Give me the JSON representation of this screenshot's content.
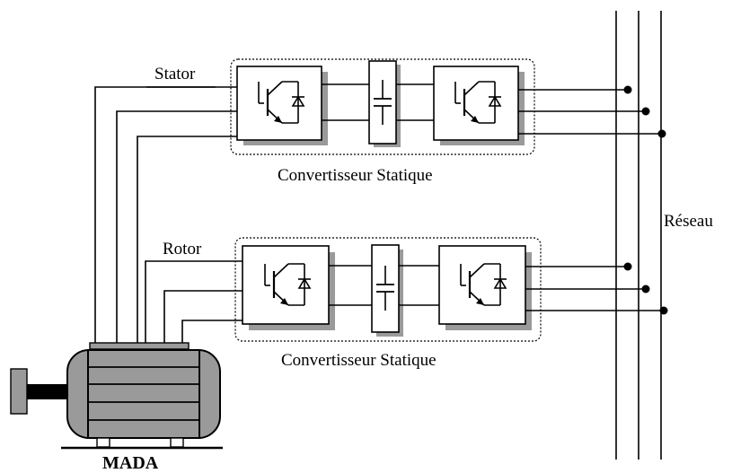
{
  "labels": {
    "stator": "Stator",
    "rotor": "Rotor",
    "converter_top": "Convertisseur Statique",
    "converter_bottom": "Convertisseur Statique",
    "grid": "Réseau",
    "machine": "MADA"
  }
}
